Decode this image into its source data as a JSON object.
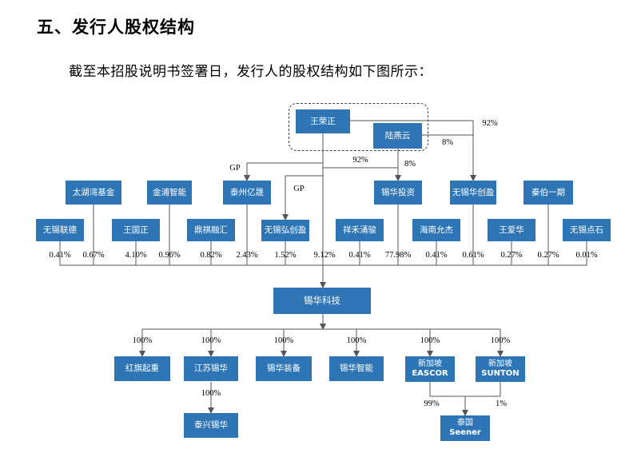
{
  "heading": "五、发行人股权结构",
  "intro": "截至本招股说明书签署日，发行人的股权结构如下图所示：",
  "colors": {
    "box": "#2e75b6",
    "line": "#555555",
    "text": "#ffffff"
  },
  "entities": {
    "wang_rongzheng": "王荣正",
    "chen_yanyun": "陆燕云",
    "taihu_fund": "太湖湾基金",
    "jinpu_zhineng": "金浦智能",
    "taizhou_yicheng": "泰州亿晟",
    "xihua_touzi": "锡华投资",
    "wuxi_chuangying": "无锡华创盈",
    "qinbo_yiqi": "秦伯一期",
    "wuxi_liande": "无锡联德",
    "wang_guozheng": "王国正",
    "dingqi_ronghui": "鼎祺融汇",
    "wuxi_hongchuangying": "无锡弘创盈",
    "xiangmo_yongjun": "祥禾涌骏",
    "hainan_yunjie": "海南允杰",
    "wang_aihua": "王爱华",
    "wuxi_dianshi": "无锡点石",
    "xihua_keji": "锡华科技",
    "hongqi_qizhong": "红旗起重",
    "jiangsu_xihua": "江苏锡华",
    "xihua_zhuangbei": "锡华装备",
    "xihua_zhineng": "锡华智能",
    "eascor_cn": "新加坡",
    "eascor_en": "EASCOR",
    "sunton_cn": "新加坡",
    "sunton_en": "SUNTON",
    "taixing_xihua": "泰兴锡华",
    "seener_cn": "泰国",
    "seener_en": "Seener"
  },
  "labels": {
    "wang_to_wuxi_chuangying": "92%",
    "chen_to_wuxi_chuangying": "8%",
    "wang_to_xihua_touzi": "92%",
    "chen_to_xihua_touzi": "8%",
    "gp_taizhou": "GP",
    "gp_hongchuangying": "GP",
    "jiangsu_to_taixing": "100%",
    "eascor_to_seener": "99%",
    "sunton_to_seener": "1%"
  },
  "shareholding": [
    {
      "holder": "无锡联德",
      "percent": "0.41%"
    },
    {
      "holder": "太湖湾基金",
      "percent": "0.67%"
    },
    {
      "holder": "王国正",
      "percent": "4.10%"
    },
    {
      "holder": "金浦智能",
      "percent": "0.96%"
    },
    {
      "holder": "鼎祺融汇",
      "percent": "0.82%"
    },
    {
      "holder": "泰州亿晟",
      "percent": "2.43%"
    },
    {
      "holder": "无锡弘创盈",
      "percent": "1.52%"
    },
    {
      "holder": "王荣正",
      "percent": "9.12%"
    },
    {
      "holder": "祥禾涌骏",
      "percent": "0.41%"
    },
    {
      "holder": "锡华投资",
      "percent": "77.98%"
    },
    {
      "holder": "海南允杰",
      "percent": "0.41%"
    },
    {
      "holder": "无锡华创盈",
      "percent": "0.61%"
    },
    {
      "holder": "王爱华",
      "percent": "0.27%"
    },
    {
      "holder": "秦伯一期",
      "percent": "0.27%"
    },
    {
      "holder": "无锡点石",
      "percent": "0.01%"
    }
  ],
  "subsidiaries": [
    {
      "name": "红旗起重",
      "percent": "100%"
    },
    {
      "name": "江苏锡华",
      "percent": "100%"
    },
    {
      "name": "锡华装备",
      "percent": "100%"
    },
    {
      "name": "锡华智能",
      "percent": "100%"
    },
    {
      "name": "新加坡EASCOR",
      "percent": "100%"
    },
    {
      "name": "新加坡SUNTON",
      "percent": "100%"
    }
  ]
}
